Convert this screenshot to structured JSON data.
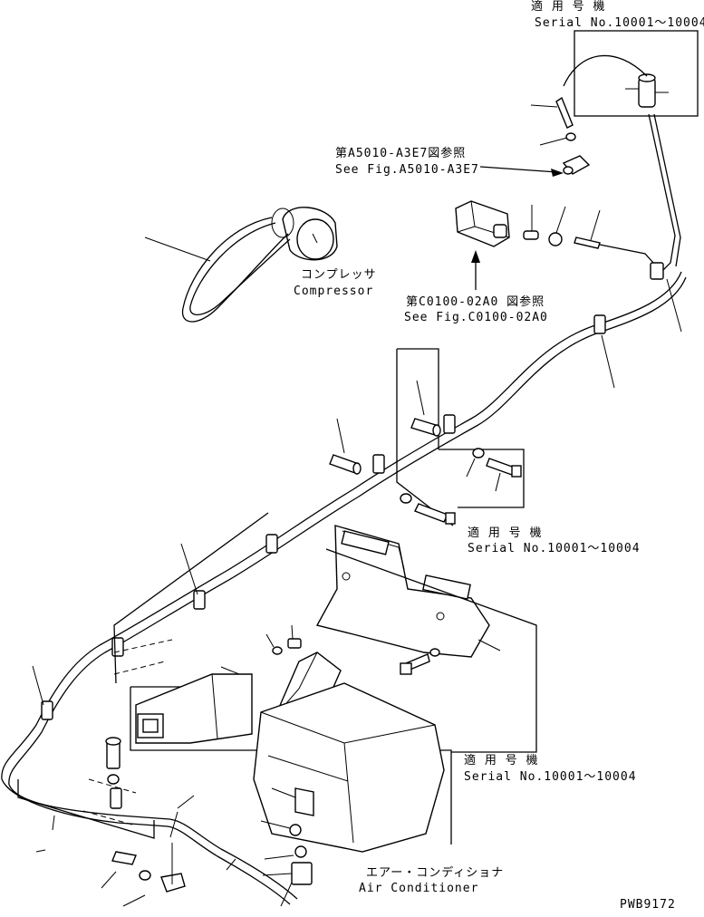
{
  "serial_label_jp": "適 用 号 機",
  "serial_range": "Serial No.10001～10004",
  "ref_a5010_jp": "第A5010-A3E7図参照",
  "ref_a5010_en": "See Fig.A5010-A3E7",
  "ref_c0100_jp": "第C0100-02A0 図参照",
  "ref_c0100_en": "See Fig.C0100-02A0",
  "compressor_jp": "コンプレッサ",
  "compressor_en": "Compressor",
  "aircon_jp": "エアー・コンディショナ",
  "aircon_en": "Air Conditioner",
  "drawing_number": "PWB9172"
}
